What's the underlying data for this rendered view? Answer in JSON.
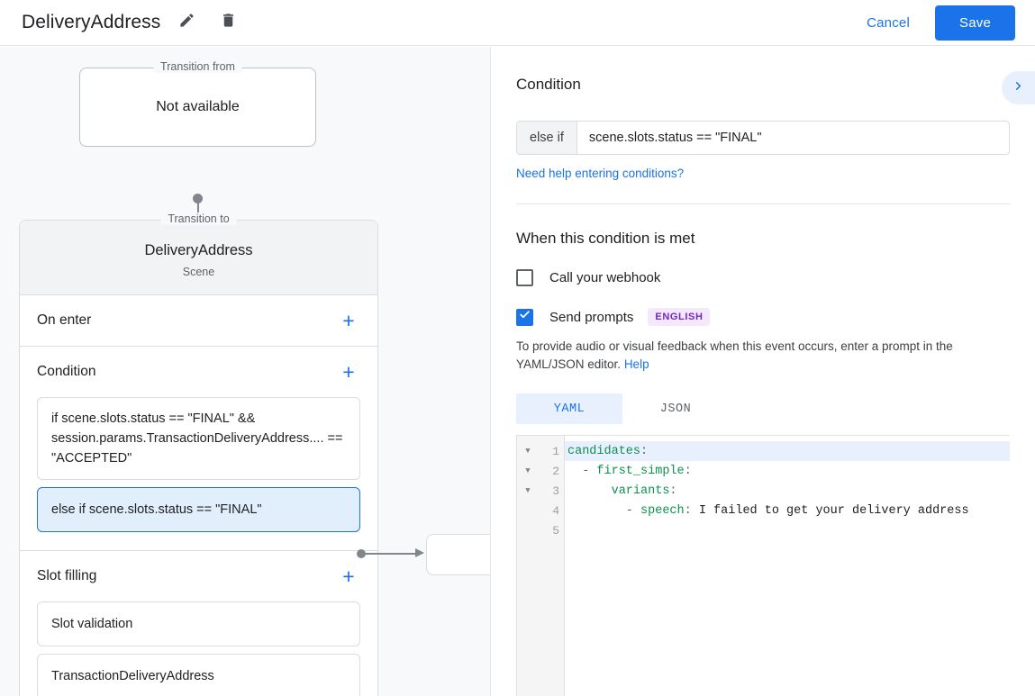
{
  "header": {
    "title": "DeliveryAddress",
    "edit_icon": "pencil-icon",
    "delete_icon": "trash-icon",
    "cancel_label": "Cancel",
    "save_label": "Save",
    "accent_color": "#1a73e8"
  },
  "graph": {
    "transition_from": {
      "legend": "Transition from",
      "title": "Not available"
    },
    "transition_to": {
      "legend": "Transition to",
      "name": "DeliveryAddress",
      "subtitle": "Scene"
    },
    "sections": [
      {
        "title": "On enter",
        "add_label": "+",
        "items": []
      },
      {
        "title": "Condition",
        "add_label": "+",
        "items": [
          {
            "text": "if scene.slots.status == \"FINAL\" && session.params.TransactionDeliveryAddress.... == \"ACCEPTED\"",
            "selected": false
          },
          {
            "text": "else if scene.slots.status == \"FINAL\"",
            "selected": true
          }
        ]
      },
      {
        "title": "Slot filling",
        "add_label": "+",
        "items": [
          {
            "text": "Slot validation",
            "selected": false
          },
          {
            "text": "TransactionDeliveryAddress",
            "selected": false
          }
        ]
      }
    ]
  },
  "detail": {
    "condition": {
      "heading": "Condition",
      "prefix": "else if",
      "value": "scene.slots.status == \"FINAL\"",
      "help_link": "Need help entering conditions?",
      "expand_icon": "chevron-right-icon"
    },
    "when_met": {
      "heading": "When this condition is met",
      "webhook": {
        "label": "Call your webhook",
        "checked": false
      },
      "send_prompts": {
        "label": "Send prompts",
        "checked": true,
        "badge": "ENGLISH",
        "badge_color": "#7627bb"
      },
      "hint": "To provide audio or visual feedback when this event occurs, enter a prompt in the YAML/JSON editor.",
      "hint_link": "Help"
    },
    "editor": {
      "tabs": [
        {
          "label": "YAML",
          "active": true
        },
        {
          "label": "JSON",
          "active": false
        }
      ],
      "lines": [
        {
          "num": "1",
          "fold": true,
          "current": true,
          "segments": [
            {
              "t": "candidates",
              "c": "key"
            },
            {
              "t": ":",
              "c": "punct"
            }
          ]
        },
        {
          "num": "2",
          "fold": true,
          "current": false,
          "segments": [
            {
              "t": "  - ",
              "c": "dash"
            },
            {
              "t": "first_simple",
              "c": "key"
            },
            {
              "t": ":",
              "c": "punct"
            }
          ]
        },
        {
          "num": "3",
          "fold": true,
          "current": false,
          "segments": [
            {
              "t": "      ",
              "c": "dash"
            },
            {
              "t": "variants",
              "c": "key"
            },
            {
              "t": ":",
              "c": "punct"
            }
          ]
        },
        {
          "num": "4",
          "fold": false,
          "current": false,
          "segments": [
            {
              "t": "        - ",
              "c": "dash"
            },
            {
              "t": "speech",
              "c": "key"
            },
            {
              "t": ":",
              "c": "punct"
            },
            {
              "t": " I failed to get your delivery address",
              "c": "val"
            }
          ]
        },
        {
          "num": "5",
          "fold": false,
          "current": false,
          "segments": []
        }
      ]
    }
  }
}
